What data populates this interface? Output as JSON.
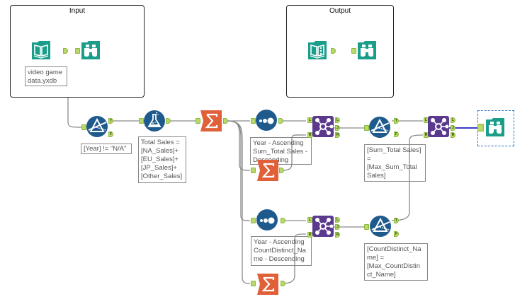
{
  "containers": {
    "input": {
      "title": "Input"
    },
    "output": {
      "title": "Output"
    }
  },
  "colors": {
    "io_teal": "#1a9e8a",
    "prep_blue": "#1e5a8c",
    "transform_orange": "#e0603a",
    "join_purple": "#5b3a8e",
    "anchor_green": "#b8d86a",
    "wire_gray": "#888888",
    "wire_selected": "#3a3ad0"
  },
  "tools": [
    {
      "id": "input-data",
      "type": "Input Data",
      "icon": "book-open-icon",
      "annotation": "video game\ndata.yxdb"
    },
    {
      "id": "browse-1",
      "type": "Browse",
      "icon": "binoculars-icon"
    },
    {
      "id": "filter-1",
      "type": "Filter",
      "icon": "filter-prism-icon",
      "annotation": "[Year] != \"N/A\""
    },
    {
      "id": "formula-1",
      "type": "Formula",
      "icon": "flask-icon",
      "annotation": "Total Sales =\n[NA_Sales]+\n[EU_Sales]+\n[JP_Sales]+\n[Other_Sales]"
    },
    {
      "id": "summarize-1",
      "type": "Summarize",
      "icon": "sigma-icon"
    },
    {
      "id": "sort-1",
      "type": "Sort",
      "icon": "sort-dots-icon",
      "annotation": "Year - Ascending\nSum_Total Sales -\nDescending"
    },
    {
      "id": "summarize-2",
      "type": "Summarize",
      "icon": "sigma-icon"
    },
    {
      "id": "join-1",
      "type": "Join",
      "icon": "join-network-icon"
    },
    {
      "id": "filter-2",
      "type": "Filter",
      "icon": "filter-prism-icon",
      "annotation": "[Sum_Total Sales]\n=\n[Max_Sum_Total\nSales]"
    },
    {
      "id": "join-3",
      "type": "Join",
      "icon": "join-network-icon"
    },
    {
      "id": "browse-3",
      "type": "Browse",
      "icon": "binoculars-icon"
    },
    {
      "id": "sort-2",
      "type": "Sort",
      "icon": "sort-dots-icon",
      "annotation": "Year - Ascending\nCountDistinct_Na\nme - Descending"
    },
    {
      "id": "join-2",
      "type": "Join",
      "icon": "join-network-icon"
    },
    {
      "id": "filter-3",
      "type": "Filter",
      "icon": "filter-prism-icon",
      "annotation": "[CountDistinct_Na\nme] =\n[Max_CountDistin\nct_Name]"
    },
    {
      "id": "summarize-3",
      "type": "Summarize",
      "icon": "sigma-icon"
    },
    {
      "id": "output-data",
      "type": "Output Data",
      "icon": "book-output-icon"
    },
    {
      "id": "browse-2",
      "type": "Browse",
      "icon": "binoculars-icon"
    }
  ],
  "anchor_labels": {
    "true": "T",
    "false": "F",
    "left": "L",
    "join": "J",
    "right": "R"
  }
}
